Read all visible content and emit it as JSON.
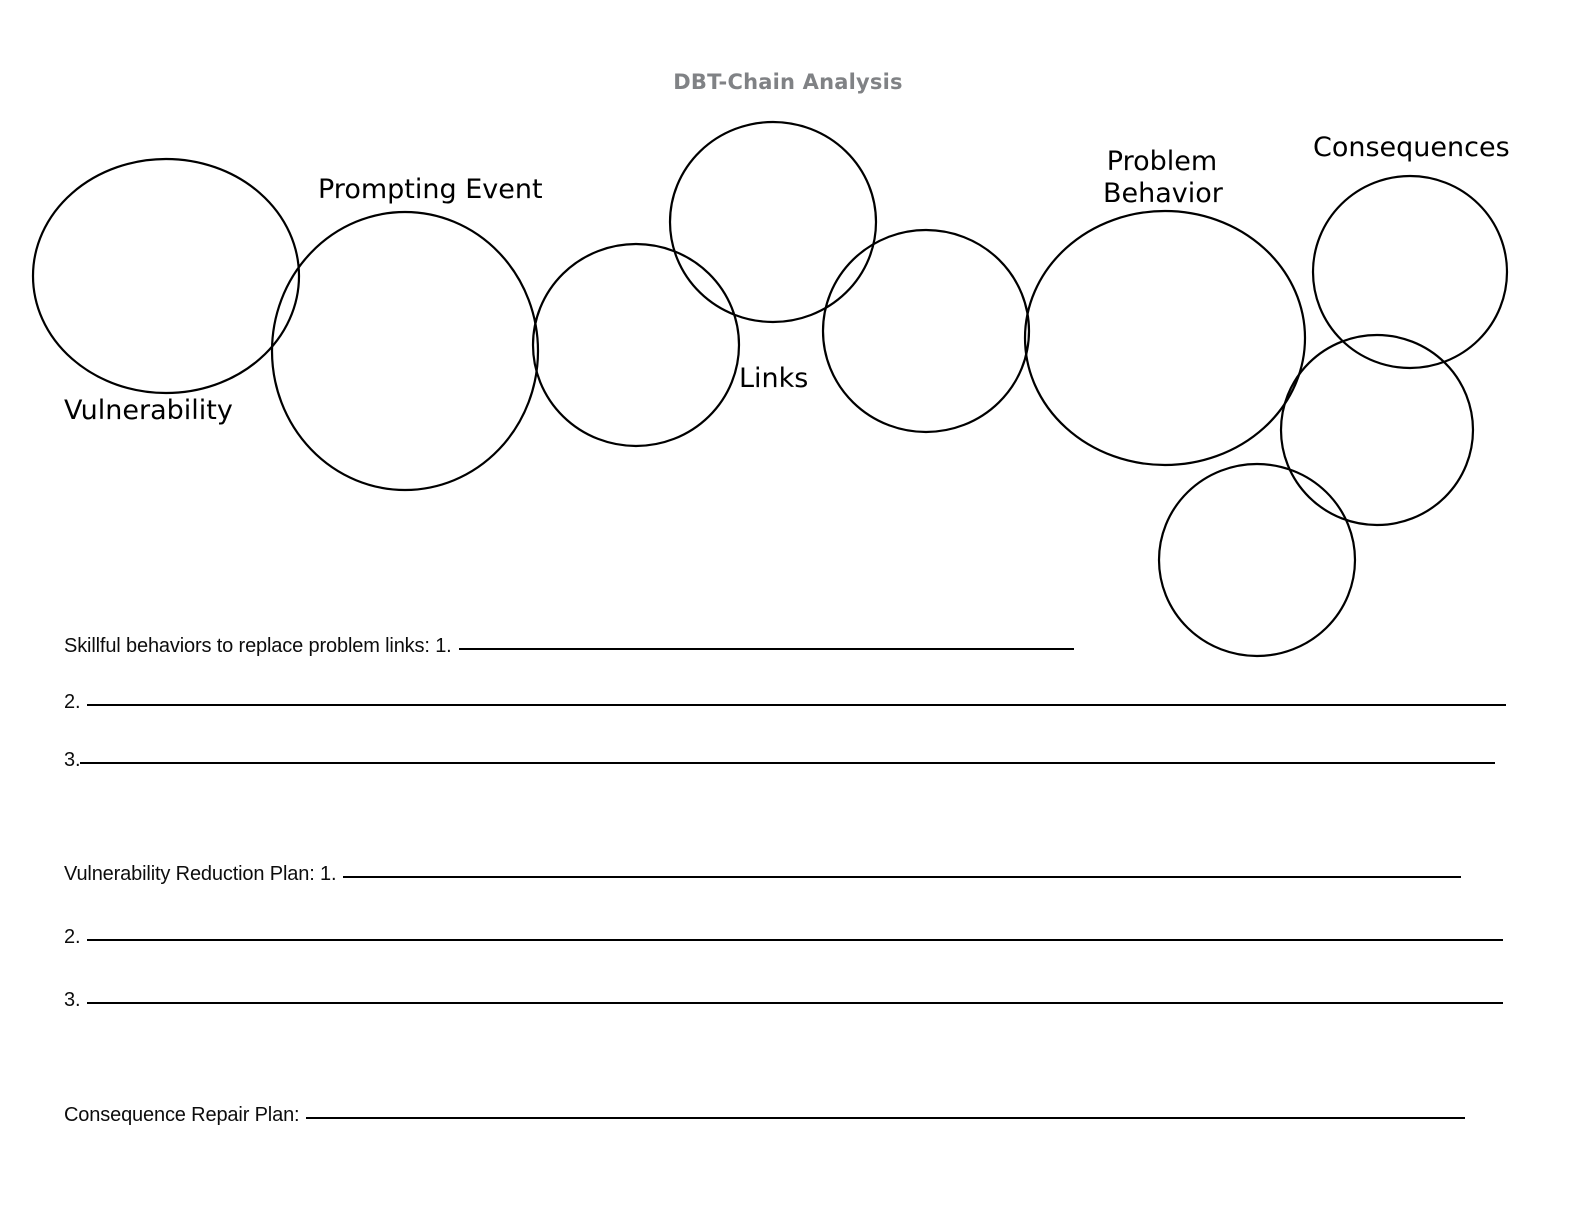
{
  "title": "DBT-Chain Analysis",
  "title_color": "#808285",
  "diagram": {
    "labels": [
      {
        "name": "vulnerability",
        "text": "Vulnerability"
      },
      {
        "name": "prompting-event",
        "text": "Prompting Event"
      },
      {
        "name": "links",
        "text": "Links"
      },
      {
        "name": "problem-behavior-line1",
        "text": "Problem"
      },
      {
        "name": "problem-behavior-line2",
        "text": "Behavior"
      },
      {
        "name": "consequences",
        "text": "Consequences"
      }
    ],
    "circle_count": 9,
    "stroke_color": "#000000"
  },
  "form": {
    "skillful": {
      "label": "Skillful behaviors to replace problem links: 1.",
      "item2": "2.",
      "item3": "3."
    },
    "vulnerability_plan": {
      "label": "Vulnerability Reduction Plan: 1.",
      "item2": "2.",
      "item3": "3."
    },
    "consequence_repair": {
      "label": "Consequence Repair Plan:"
    }
  }
}
